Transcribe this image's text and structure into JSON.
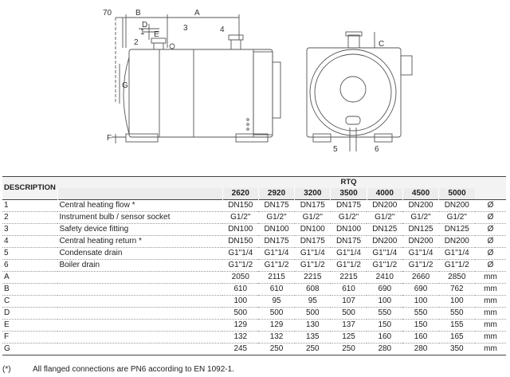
{
  "drawing": {
    "side_labels": [
      "70",
      "B",
      "A",
      "D",
      "E",
      "1",
      "2",
      "3",
      "4",
      "G",
      "F"
    ],
    "front_labels": [
      "C",
      "5",
      "6"
    ]
  },
  "table": {
    "header": {
      "description": "DESCRIPTION",
      "group": "RTQ"
    },
    "models": [
      "2620",
      "2920",
      "3200",
      "3500",
      "4000",
      "4500",
      "5000"
    ],
    "rows": [
      {
        "code": "1",
        "name": "Central heating flow *",
        "values": [
          "DN150",
          "DN175",
          "DN175",
          "DN175",
          "DN200",
          "DN200",
          "DN200"
        ],
        "unit": "Ø"
      },
      {
        "code": "2",
        "name": "Instrument bulb / sensor socket",
        "values": [
          "G1/2\"",
          "G1/2\"",
          "G1/2\"",
          "G1/2\"",
          "G1/2\"",
          "G1/2\"",
          "G1/2\""
        ],
        "unit": "Ø"
      },
      {
        "code": "3",
        "name": "Safety device fitting",
        "values": [
          "DN100",
          "DN100",
          "DN100",
          "DN100",
          "DN125",
          "DN125",
          "DN125"
        ],
        "unit": "Ø"
      },
      {
        "code": "4",
        "name": "Central heating return *",
        "values": [
          "DN150",
          "DN175",
          "DN175",
          "DN175",
          "DN200",
          "DN200",
          "DN200"
        ],
        "unit": "Ø"
      },
      {
        "code": "5",
        "name": "Condensate drain",
        "values": [
          "G1\"1/4",
          "G1\"1/4",
          "G1\"1/4",
          "G1\"1/4",
          "G1\"1/4",
          "G1\"1/4",
          "G1\"1/4"
        ],
        "unit": "Ø"
      },
      {
        "code": "6",
        "name": "Boiler drain",
        "values": [
          "G1\"1/2",
          "G1\"1/2",
          "G1\"1/2",
          "G1\"1/2",
          "G1\"1/2",
          "G1\"1/2",
          "G1\"1/2"
        ],
        "unit": "Ø"
      },
      {
        "code": "A",
        "name": "",
        "values": [
          "2050",
          "2115",
          "2215",
          "2215",
          "2410",
          "2660",
          "2850"
        ],
        "unit": "mm"
      },
      {
        "code": "B",
        "name": "",
        "values": [
          "610",
          "610",
          "608",
          "610",
          "690",
          "690",
          "762"
        ],
        "unit": "mm"
      },
      {
        "code": "C",
        "name": "",
        "values": [
          "100",
          "95",
          "95",
          "107",
          "100",
          "100",
          "100"
        ],
        "unit": "mm"
      },
      {
        "code": "D",
        "name": "",
        "values": [
          "500",
          "500",
          "500",
          "500",
          "550",
          "550",
          "550"
        ],
        "unit": "mm"
      },
      {
        "code": "E",
        "name": "",
        "values": [
          "129",
          "129",
          "130",
          "137",
          "150",
          "150",
          "155"
        ],
        "unit": "mm"
      },
      {
        "code": "F",
        "name": "",
        "values": [
          "132",
          "132",
          "135",
          "125",
          "160",
          "160",
          "165"
        ],
        "unit": "mm"
      },
      {
        "code": "G",
        "name": "",
        "values": [
          "245",
          "250",
          "250",
          "250",
          "280",
          "280",
          "350"
        ],
        "unit": "mm"
      }
    ]
  },
  "note": {
    "mark": "(*)",
    "text": "All flanged connections are PN6 according to EN 1092-1."
  }
}
